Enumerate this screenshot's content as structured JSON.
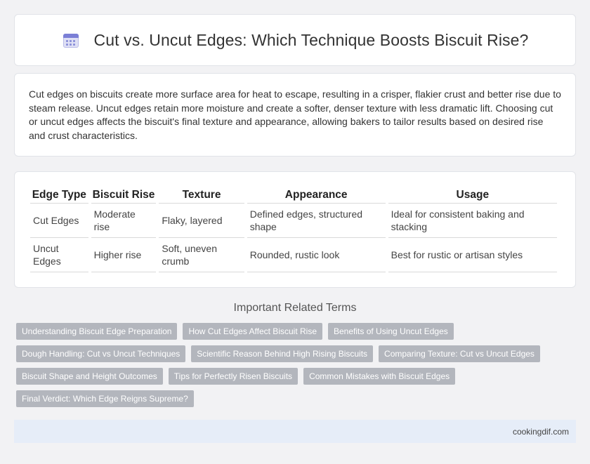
{
  "page": {
    "title": "Cut vs. Uncut Edges: Which Technique Boosts Biscuit Rise?",
    "title_icon": "calendar-icon"
  },
  "intro": {
    "text": "Cut edges on biscuits create more surface area for heat to escape, resulting in a crisper, flakier crust and better rise due to steam release. Uncut edges retain more moisture and create a softer, denser texture with less dramatic lift. Choosing cut or uncut edges affects the biscuit's final texture and appearance, allowing bakers to tailor results based on desired rise and crust characteristics."
  },
  "table": {
    "headers": [
      "Edge Type",
      "Biscuit Rise",
      "Texture",
      "Appearance",
      "Usage"
    ],
    "rows": [
      [
        "Cut Edges",
        "Moderate rise",
        "Flaky, layered",
        "Defined edges, structured shape",
        "Ideal for consistent baking and stacking"
      ],
      [
        "Uncut Edges",
        "Higher rise",
        "Soft, uneven crumb",
        "Rounded, rustic look",
        "Best for rustic or artisan styles"
      ]
    ]
  },
  "related": {
    "heading": "Important Related Terms",
    "tags": [
      "Understanding Biscuit Edge Preparation",
      "How Cut Edges Affect Biscuit Rise",
      "Benefits of Using Uncut Edges",
      "Dough Handling: Cut vs Uncut Techniques",
      "Scientific Reason Behind High Rising Biscuits",
      "Comparing Texture: Cut vs Uncut Edges",
      "Biscuit Shape and Height Outcomes",
      "Tips for Perfectly Risen Biscuits",
      "Common Mistakes with Biscuit Edges",
      "Final Verdict: Which Edge Reigns Supreme?"
    ]
  },
  "footer": {
    "site": "cookingdif.com"
  },
  "colors": {
    "background": "#f2f2f4",
    "tag": "#b3b6bd",
    "footer": "#e6edf8",
    "icon_accent": "#7b7fd6"
  }
}
